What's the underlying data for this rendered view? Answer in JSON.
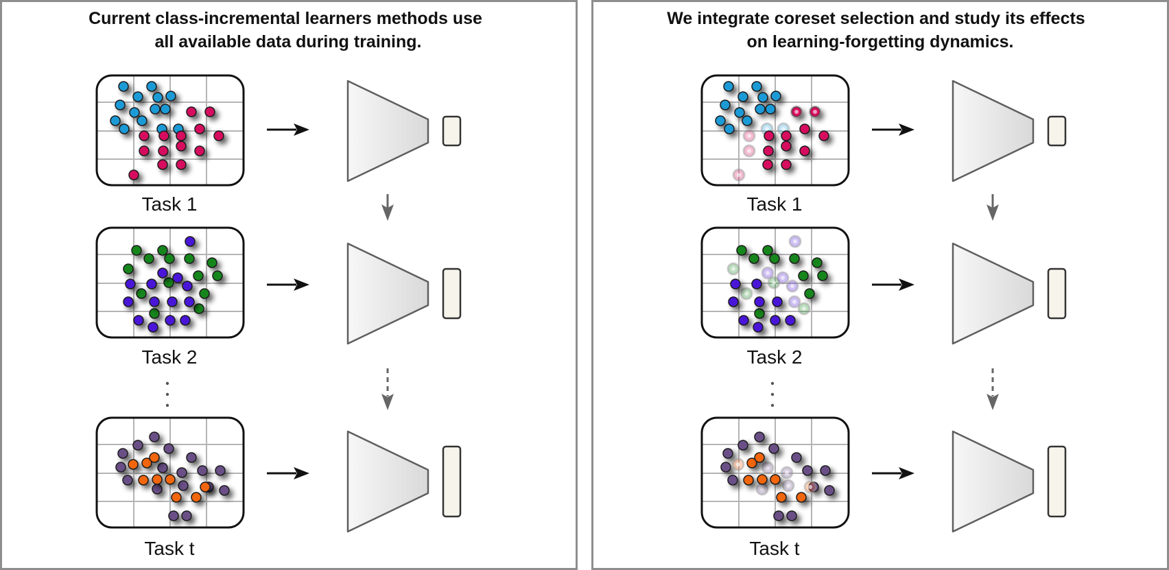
{
  "panels": [
    {
      "id": "full",
      "title_lines": [
        "Current class-incremental learners methods use",
        "all available data during training."
      ],
      "tasks": [
        "Task 1",
        "Task 2",
        "Task t"
      ],
      "ellipsis": "⋮"
    },
    {
      "id": "coreset",
      "title_lines": [
        "We integrate coreset selection and study its effects",
        "on learning-forgetting dynamics."
      ],
      "tasks": [
        "Task 1",
        "Task 2",
        "Task t"
      ],
      "ellipsis": "⋮"
    }
  ],
  "colors": {
    "task1_class_a": "#1e9ad6",
    "task1_class_b": "#d6115e",
    "task2_class_a": "#12861a",
    "task2_class_b": "#4a16d8",
    "taskt_class_a": "#6a4f87",
    "taskt_class_b": "#f26611",
    "panel_border": "#8e8e8e",
    "grid": "#b4b4b4",
    "model_fill": "#e6e6e6",
    "head_fill": "#f7f4ec"
  },
  "icons": {
    "forward_arrow": "right-arrow-icon",
    "down_arrow": "down-arrow-icon",
    "dashed_down_arrow": "dashed-down-arrow-icon",
    "encoder": "trapezoid-encoder-icon",
    "classifier_head": "classifier-head-icon"
  }
}
